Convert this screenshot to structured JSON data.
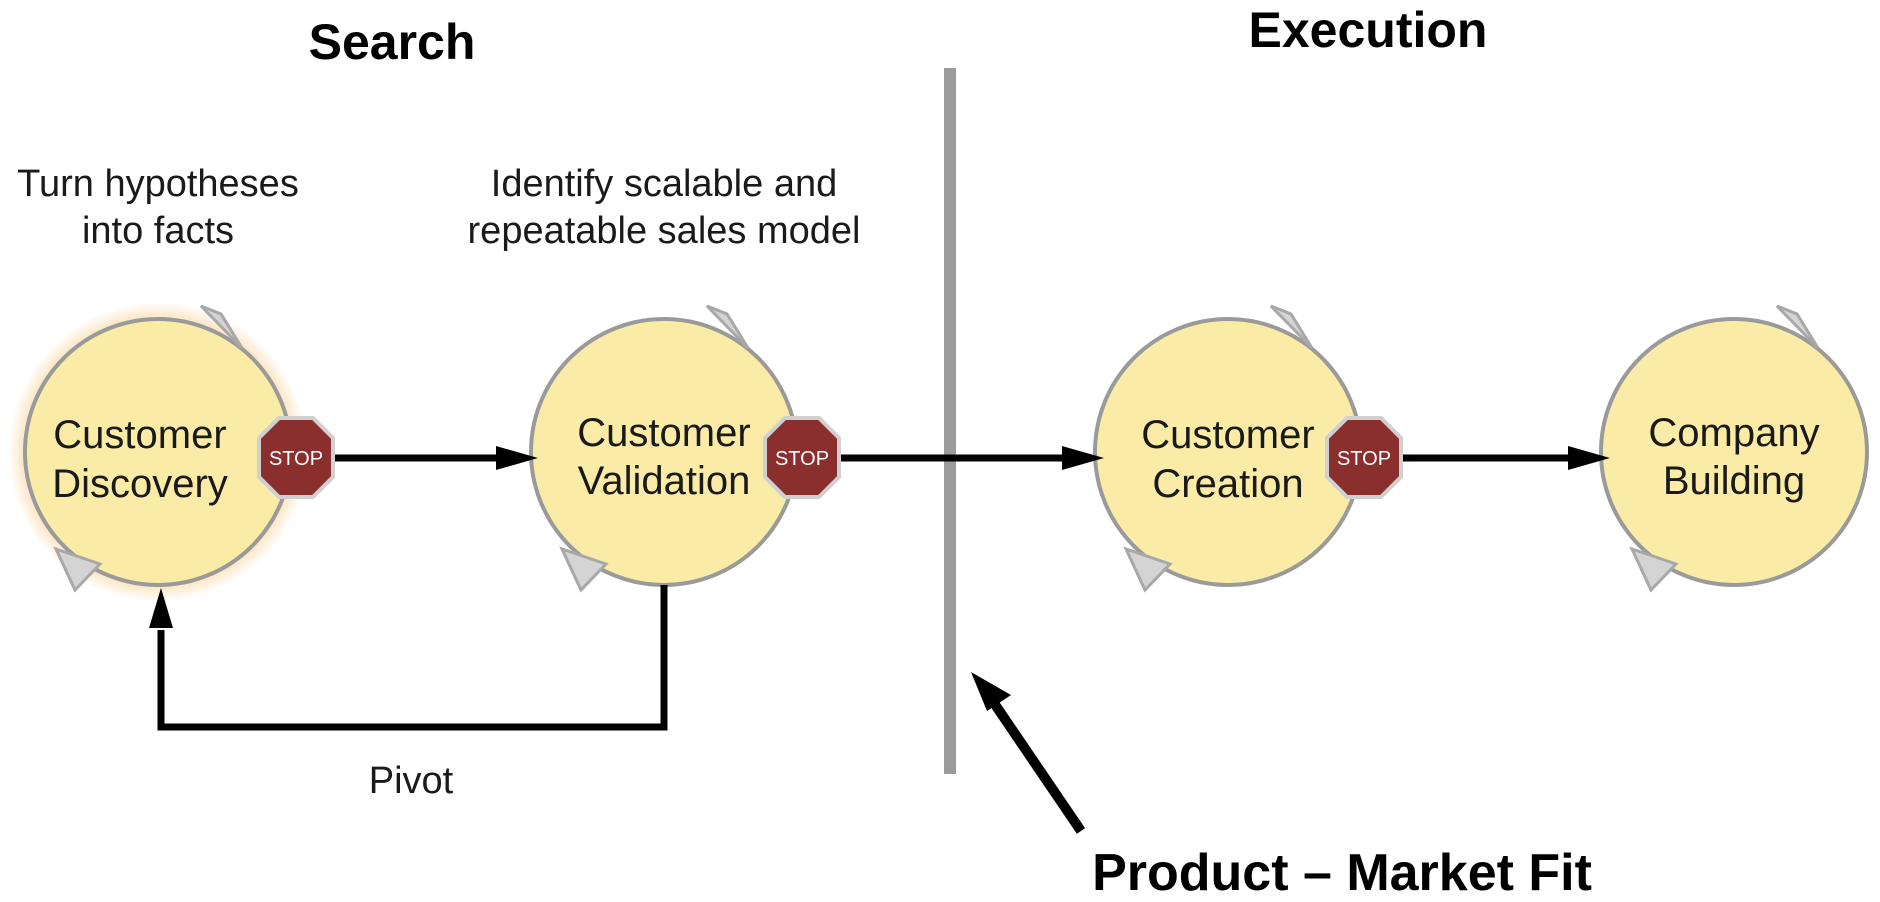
{
  "headings": {
    "search": "Search",
    "execution": "Execution"
  },
  "notes": {
    "discovery_line1": "Turn hypotheses",
    "discovery_line2": "into facts",
    "validation_line1": "Identify scalable and",
    "validation_line2": "repeatable sales model"
  },
  "steps": [
    {
      "line1": "Customer",
      "line2": "Discovery"
    },
    {
      "line1": "Customer",
      "line2": "Validation"
    },
    {
      "line1": "Customer",
      "line2": "Creation"
    },
    {
      "line1": "Company",
      "line2": "Building"
    }
  ],
  "stop_sign_text": "STOP",
  "pivot_label": "Pivot",
  "product_market_fit_label": "Product – Market Fit",
  "colors": {
    "circle_fill": "#faeca6",
    "circle_stroke": "#9a9a9a",
    "arrowhead_fill": "#d4d4d4",
    "glow": "#f5b04a",
    "stop_fill": "#8b2e2e",
    "divider": "#9b9b9b",
    "arrow": "#000000"
  }
}
